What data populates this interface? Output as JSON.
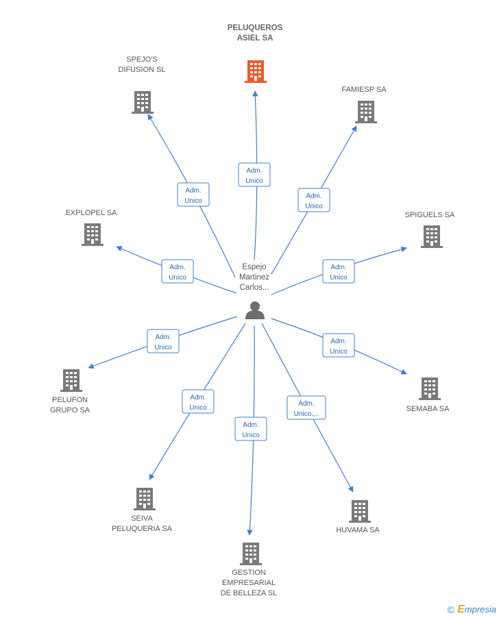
{
  "colors": {
    "edge": "#3f7ed4",
    "company": "#7a7a7a",
    "main_company": "#f05a2a",
    "person": "#6d6d6d"
  },
  "person": {
    "label_lines": [
      "Espejo",
      "Martinez",
      "Carlos..."
    ],
    "icon": "person-icon"
  },
  "companies": [
    {
      "id": "peluqueros-asiel",
      "lines": [
        "PELUQUEROS",
        "ASIEL SA"
      ],
      "main": true,
      "relation": [
        "Adm.",
        "Unico"
      ]
    },
    {
      "id": "spejos-difusion",
      "lines": [
        "SPEJO'S",
        "DIFUSION  SL"
      ],
      "main": false,
      "relation": [
        "Adm.",
        "Unico"
      ]
    },
    {
      "id": "famiesp",
      "lines": [
        "FAMIESP SA"
      ],
      "main": false,
      "relation": [
        "Adm.",
        "Unico"
      ]
    },
    {
      "id": "explopel",
      "lines": [
        "EXPLOPEL SA"
      ],
      "main": false,
      "relation": [
        "Adm.",
        "Unico"
      ]
    },
    {
      "id": "spiguels",
      "lines": [
        "SPIGUELS SA"
      ],
      "main": false,
      "relation": [
        "Adm.",
        "Unico"
      ]
    },
    {
      "id": "pelufon-grupo",
      "lines": [
        "PELUFON",
        "GRUPO SA"
      ],
      "main": false,
      "relation": [
        "Adm.",
        "Unico"
      ]
    },
    {
      "id": "semaba",
      "lines": [
        "SEMABA SA"
      ],
      "main": false,
      "relation": [
        "Adm.",
        "Unico"
      ]
    },
    {
      "id": "seiva-peluqueria",
      "lines": [
        "SEIVA",
        "PELUQUERIA SA"
      ],
      "main": false,
      "relation": [
        "Adm.",
        "Unico"
      ]
    },
    {
      "id": "gestion-empresarial",
      "lines": [
        "GESTION",
        "EMPRESARIAL",
        "DE BELLEZA SL"
      ],
      "main": false,
      "relation": [
        "Adm.",
        "Unico"
      ]
    },
    {
      "id": "huvama",
      "lines": [
        "HUVAMA SA"
      ],
      "main": false,
      "relation": [
        "Adm.",
        "Unico,..."
      ]
    }
  ],
  "footer": {
    "copyright": "©",
    "brand_first": "E",
    "brand_rest": "mpresia"
  }
}
